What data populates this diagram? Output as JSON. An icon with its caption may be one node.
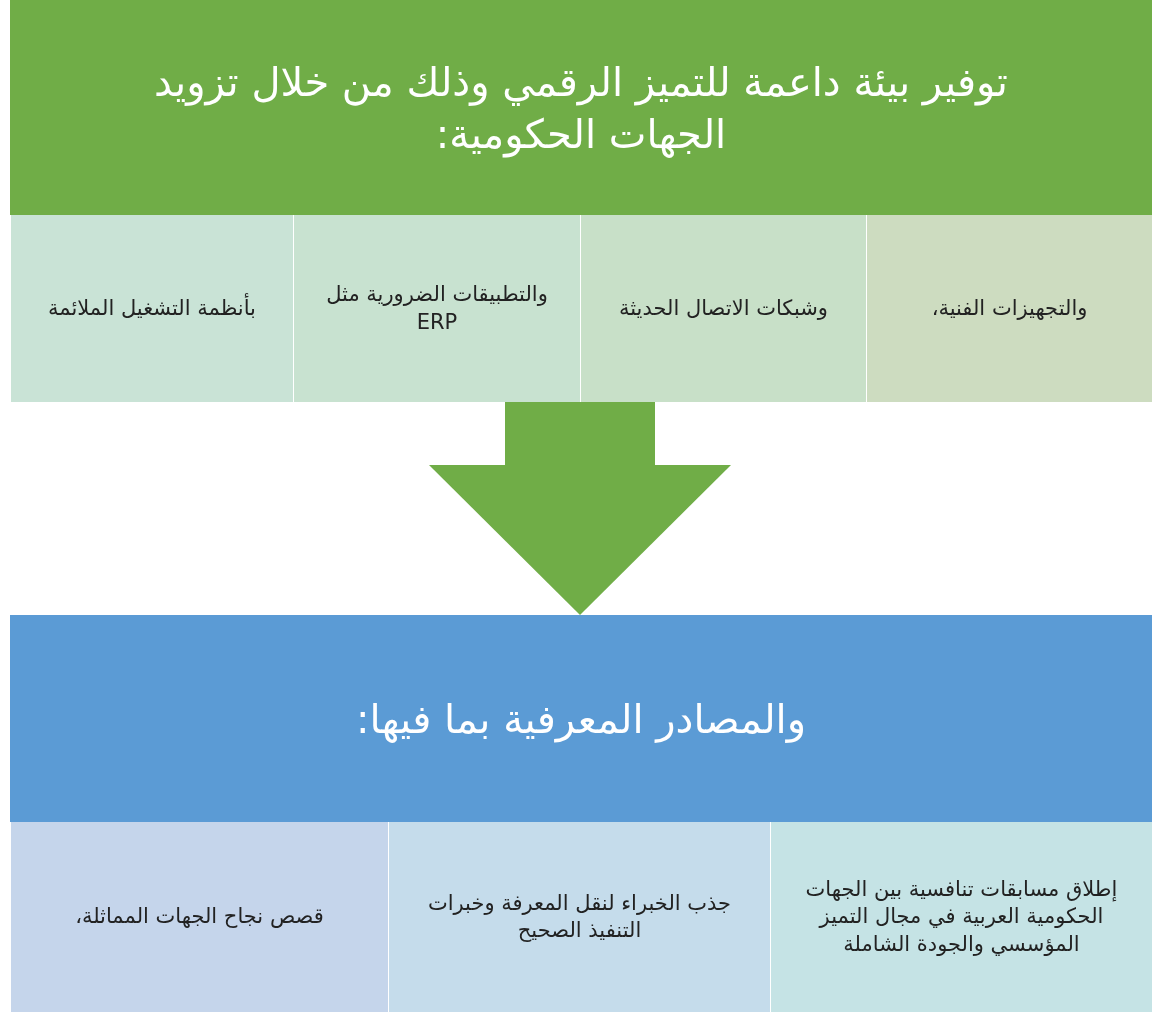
{
  "diagram": {
    "nodes": [
      {
        "text": [
          "توفير بيئة داعمة للتميز الرقمي وذلك من خلال تزويد الجهات الحكومية:"
        ]
      },
      {
        "text": [
          "والتجهيزات الفنية،"
        ],
        "in": 0
      },
      {
        "text": [
          "وشبكات الاتصال الحديثة"
        ],
        "in": 0
      },
      {
        "text": [
          "والتطبيقات الضرورية مثل ERP"
        ],
        "in": 0
      },
      {
        "text": [
          "بأنظمة التشغيل الملائمة"
        ],
        "in": 0
      },
      {
        "text": [
          "والمصادر المعرفية بما فيها:"
        ]
      },
      {
        "text": [
          "إطلاق مسابقات تنافسية بين الجهات الحكومية العربية في مجال التميز المؤسسي والجودة الشاملة"
        ],
        "in": 5
      },
      {
        "text": [
          "جذب الخبراء لنقل المعرفة وخبرات التنفيذ الصحيح"
        ],
        "in": 5
      },
      {
        "text": [
          "قصص نجاح الجهات المماثلة،"
        ],
        "in": 5
      }
    ],
    "edges": [
      {
        "from": 0,
        "to": 5,
        "arrow": "to"
      }
    ]
  }
}
